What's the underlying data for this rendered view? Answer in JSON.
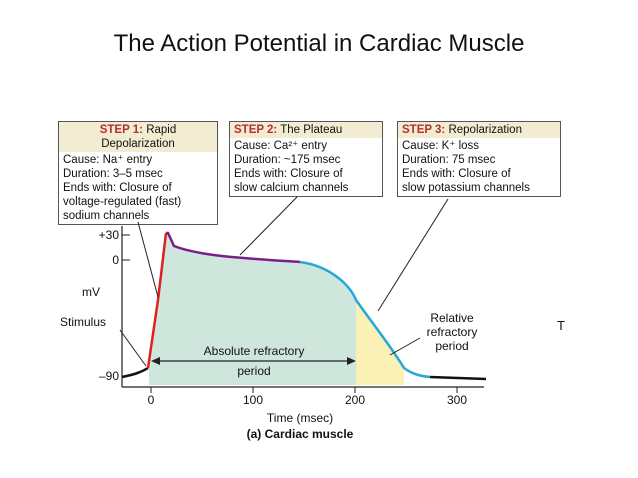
{
  "title": "The Action Potential in Cardiac Muscle",
  "steps": [
    {
      "step": "STEP 1:",
      "name": "Rapid",
      "name2": "Depolarization",
      "lines": [
        "Cause: Na⁺ entry",
        "Duration: 3–5 msec",
        "Ends with: Closure of",
        "voltage-regulated (fast)",
        "sodium channels"
      ]
    },
    {
      "step": "STEP 2:",
      "name": "The Plateau",
      "lines": [
        "Cause: Ca²⁺ entry",
        "Duration: ~175 msec",
        "Ends with: Closure of",
        "slow calcium channels"
      ]
    },
    {
      "step": "STEP 3:",
      "name": "Repolarization",
      "lines": [
        "Cause: K⁺ loss",
        "Duration: 75 msec",
        "Ends with: Closure of",
        "slow potassium channels"
      ]
    }
  ],
  "y_ticks": [
    "+30",
    "0",
    "–90"
  ],
  "x_ticks": [
    "0",
    "100",
    "200",
    "300"
  ],
  "ylabel": "mV",
  "stimulus_label": "Stimulus",
  "absolute_refractory": [
    "Absolute refractory",
    "period"
  ],
  "relative_refractory": [
    "Relative",
    "refractory",
    "period"
  ],
  "xlabel": "Time (msec)",
  "caption": "(a) Cardiac muscle",
  "stray_letter": "T",
  "colors": {
    "depolarization": "#e02020",
    "plateau": "#7a1f8a",
    "repolarization": "#27a9d8",
    "absolute_fill": "#cfe6dc",
    "relative_fill": "#fbf0b5",
    "step_text": "#b5302d"
  }
}
